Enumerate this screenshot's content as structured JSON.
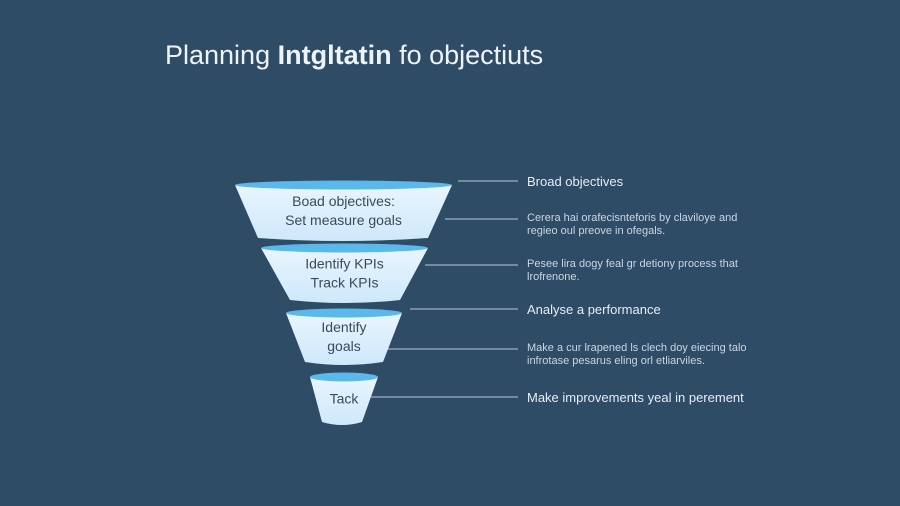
{
  "title": {
    "part1": "Planning ",
    "bold": "Intgltatin",
    "part2": " fo objectiuts"
  },
  "funnel": [
    {
      "lines": [
        "Boad objectives:",
        "Set measure goals"
      ]
    },
    {
      "lines": [
        "Identify KPIs",
        "Track KPIs"
      ]
    },
    {
      "lines": [
        "Identify",
        "goals"
      ]
    },
    {
      "lines": [
        "Tack"
      ]
    }
  ],
  "annotations": [
    {
      "lines": [
        "Broad objectives"
      ]
    },
    {
      "lines": [
        "Cerera hai orafecisnteforis by claviloye and",
        "regieo oul preove in ofegals."
      ]
    },
    {
      "lines": [
        "Pesee lira dogy feal gr detiony process that",
        "lrofrenone."
      ]
    },
    {
      "lines": [
        "Analyse a performance"
      ]
    },
    {
      "lines": [
        "Make a cur lrapened ls clech doy eiecing talo",
        "infrotase pesarus eling orl etliarviles."
      ]
    },
    {
      "lines": [
        "Make improvements yeal in perement"
      ]
    }
  ],
  "colors": {
    "background": "#2f4c67",
    "segment": "#dcefff",
    "rim": "#5bb9ea"
  }
}
